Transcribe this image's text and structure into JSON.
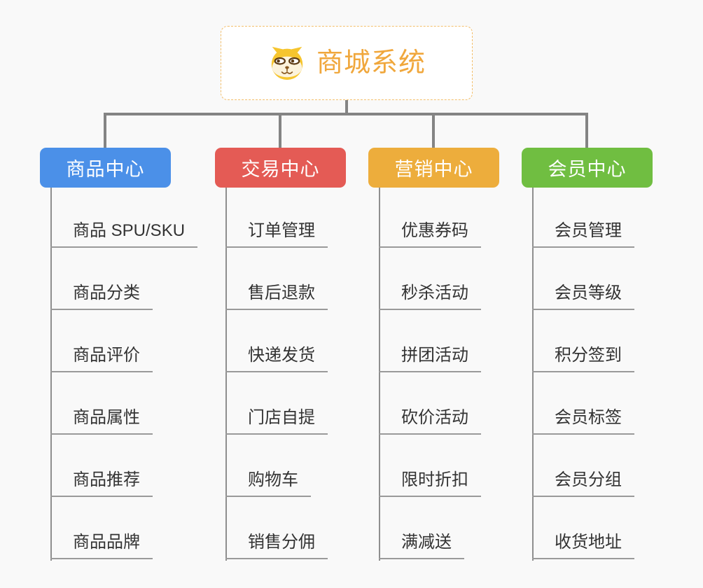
{
  "root": {
    "title": "商城系统",
    "icon": "dog-face-icon",
    "title_color": "#F0A73C",
    "border_color": "#F3BF6B"
  },
  "connector_color": "#848484",
  "line_color": "#9A9A9A",
  "item_text_color": "#333333",
  "background_color": "#F9F9F9",
  "branches": [
    {
      "label": "商品中心",
      "color": "#4B90E8",
      "items": [
        "商品 SPU/SKU",
        "商品分类",
        "商品评价",
        "商品属性",
        "商品推荐",
        "商品品牌"
      ]
    },
    {
      "label": "交易中心",
      "color": "#E45B55",
      "items": [
        "订单管理",
        "售后退款",
        "快递发货",
        "门店自提",
        "购物车",
        "销售分佣"
      ]
    },
    {
      "label": "营销中心",
      "color": "#EDAD3C",
      "items": [
        "优惠券码",
        "秒杀活动",
        "拼团活动",
        "砍价活动",
        "限时折扣",
        "满减送"
      ]
    },
    {
      "label": "会员中心",
      "color": "#70BE41",
      "items": [
        "会员管理",
        "会员等级",
        "积分签到",
        "会员标签",
        "会员分组",
        "收货地址"
      ]
    }
  ]
}
